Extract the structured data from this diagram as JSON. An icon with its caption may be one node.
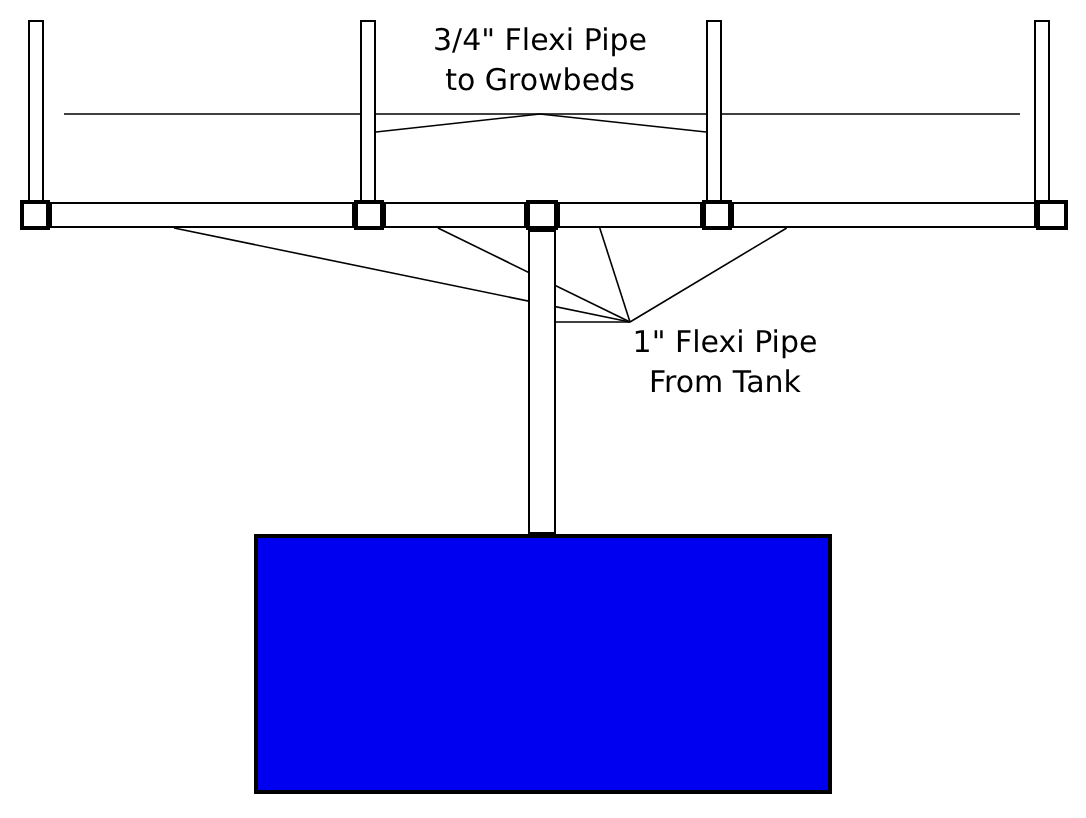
{
  "diagram": {
    "nodes": [
      {
        "text": [
          "3/4\" Flexi Pipe to Growbeds"
        ]
      },
      {
        "text": [
          "1\" Flexi Pipe From Tank"
        ]
      },
      {
        "text": [],
        "shape": "bar"
      },
      {
        "text": [],
        "shape": "bar"
      },
      {
        "text": [],
        "shape": "bar"
      },
      {
        "text": [],
        "shape": "bar"
      },
      {
        "text": [],
        "shape": "box"
      },
      {
        "text": [],
        "shape": "box"
      },
      {
        "text": [],
        "shape": "box"
      },
      {
        "text": [],
        "shape": "box"
      },
      {
        "text": [],
        "shape": "box"
      },
      {
        "text": [],
        "shape": "bar"
      },
      {
        "text": [],
        "shape": "bar"
      },
      {
        "text": [],
        "shape": "bar"
      },
      {
        "text": [],
        "shape": "bar"
      },
      {
        "text": [],
        "shape": "bar"
      },
      {
        "text": [],
        "shape": "box"
      }
    ],
    "edges": [
      {
        "from": 0,
        "to": 3,
        "arrow": "none"
      },
      {
        "from": 0,
        "to": 4,
        "arrow": "none"
      },
      {
        "from": 1,
        "to": 11,
        "arrow": "none"
      },
      {
        "from": 1,
        "to": 12,
        "arrow": "none"
      },
      {
        "from": 1,
        "to": 13,
        "arrow": "none"
      },
      {
        "from": 1,
        "to": 14,
        "arrow": "none"
      },
      {
        "from": 1,
        "to": 15,
        "arrow": "none"
      }
    ]
  }
}
